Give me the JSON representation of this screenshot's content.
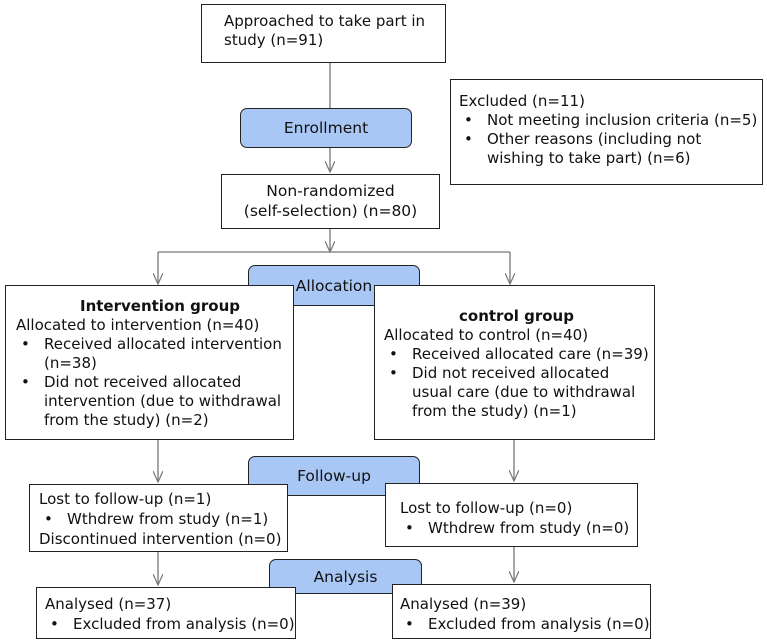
{
  "approached": [
    "Approached to take part in",
    "study (n=91)"
  ],
  "excluded": {
    "title": "Excluded (n=11)",
    "bullets": [
      [
        "Not meeting inclusion criteria (n=5)"
      ],
      [
        "Other reasons (including not",
        "wishing to take part) (n=6)"
      ]
    ]
  },
  "stages": {
    "enrollment": "Enrollment",
    "allocation": "Allocation",
    "followup": "Follow-up",
    "analysis": "Analysis"
  },
  "nonrandomized": [
    "Non-randomized",
    "(self-selection) (n=80)"
  ],
  "intervention": {
    "heading": "Intervention group",
    "allocated": "Allocated to intervention (n=40)",
    "bullets": [
      [
        "Received allocated intervention",
        "(n=38)"
      ],
      [
        "Did not received allocated",
        "intervention (due to withdrawal",
        "from the study) (n=2)"
      ]
    ]
  },
  "control": {
    "heading": "control group",
    "allocated": "Allocated to control (n=40)",
    "bullets": [
      [
        "Received allocated care (n=39)"
      ],
      [
        "Did not received allocated",
        "usual care (due to withdrawal",
        "from the study) (n=1)"
      ]
    ]
  },
  "followup_intervention": {
    "lost": "Lost to follow-up (n=1)",
    "bullet": "Wthdrew from study (n=1)",
    "discontinued": "Discontinued intervention (n=0)"
  },
  "followup_control": {
    "lost": "Lost to follow-up (n=0)",
    "bullet": "Wthdrew from study (n=0)"
  },
  "analysis_intervention": {
    "analysed": "Analysed (n=37)",
    "bullet": "Excluded from analysis (n=0)"
  },
  "analysis_control": {
    "analysed": "Analysed (n=39)",
    "bullet": "Excluded from analysis (n=0)"
  }
}
